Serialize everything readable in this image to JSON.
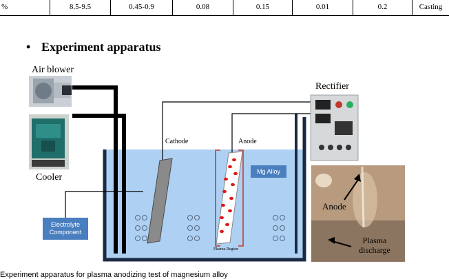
{
  "table": {
    "cells": [
      "%",
      "8.5-9.5",
      "0.45-0.9",
      "0.08",
      "0.15",
      "0.01",
      "0.2",
      "Casting"
    ]
  },
  "heading": {
    "bullet": "•",
    "title": "Experiment apparatus"
  },
  "labels": {
    "air_blower": "Air blower",
    "cooler": "Cooler",
    "rectifier": "Rectifier",
    "cathode": "Cathode",
    "anode": "Anode",
    "mg_alloy": "Mg Alloy",
    "electrolyte": "Electrolyte Component",
    "plasma_region": "Plasma Region",
    "photo_anode": "Anode",
    "photo_plasma": "Plasma discharge"
  },
  "caption": "Experiment apparatus for plasma anodizing test of magnesium alloy",
  "colors": {
    "electrolyte": "#aed0f2",
    "tank_wall": "#1b2a44",
    "box_blue": "#4a7fbf",
    "mg_particles": "#e01818",
    "bubble": "#5a6f88"
  }
}
